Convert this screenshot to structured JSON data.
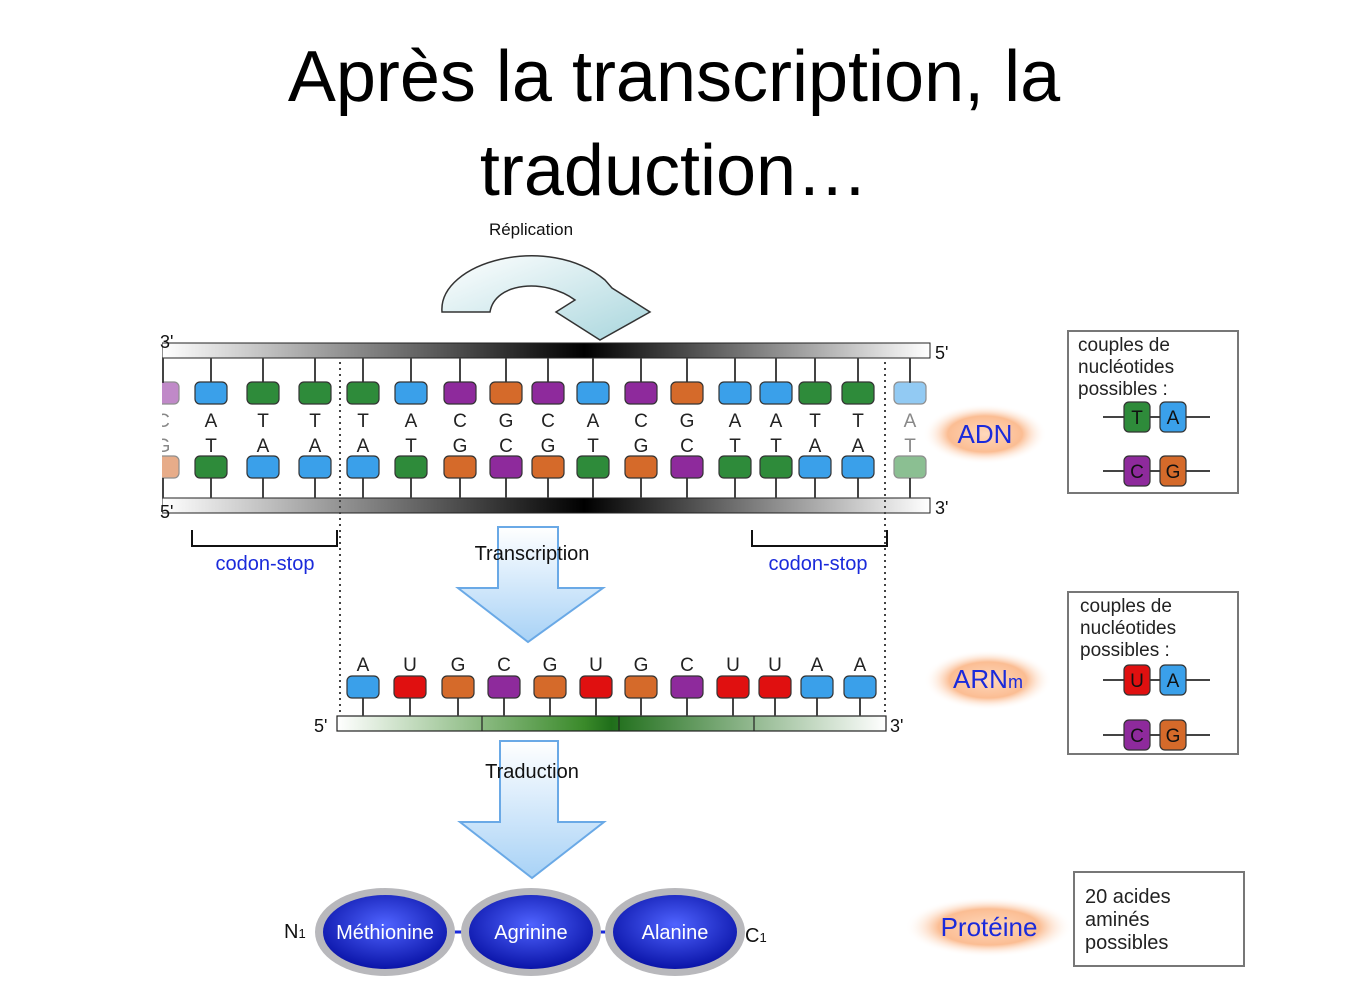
{
  "title": {
    "line1": "Après la transcription, la",
    "line2": "traduction…"
  },
  "labels": {
    "replication": "Réplication",
    "transcription": "Transcription",
    "traduction": "Traduction",
    "codon_stop_left": "codon-stop",
    "codon_stop_right": "codon-stop",
    "adn": "ADN",
    "arnm_main": "ARN",
    "arnm_sub": "m",
    "proteine": "Protéine"
  },
  "dna": {
    "top_left_end": "3'",
    "top_right_end": "5'",
    "bottom_left_end": "5'",
    "bottom_right_end": "3'",
    "top_letters": [
      "C",
      "A",
      "T",
      "T",
      "T",
      "A",
      "C",
      "G",
      "C",
      "A",
      "C",
      "G",
      "A",
      "A",
      "T",
      "T",
      "A"
    ],
    "bottom_letters": [
      "G",
      "T",
      "A",
      "A",
      "A",
      "T",
      "G",
      "C",
      "G",
      "T",
      "G",
      "C",
      "T",
      "T",
      "A",
      "A",
      "T"
    ]
  },
  "rna": {
    "left_end": "5'",
    "right_end": "3'",
    "letters": [
      "A",
      "U",
      "G",
      "C",
      "G",
      "U",
      "G",
      "C",
      "U",
      "U",
      "A",
      "A"
    ]
  },
  "protein": {
    "n_terminal": "N",
    "n_sub": "1",
    "c_terminal": "C",
    "c_sub": "1",
    "amino_acids": [
      "Méthionine",
      "Agrinine",
      "Alanine"
    ]
  },
  "legend_adn": {
    "lines": [
      "couples de",
      "nucléotides",
      "possibles :"
    ],
    "pairs": [
      [
        "T",
        "A"
      ],
      [
        "C",
        "G"
      ]
    ]
  },
  "legend_arn": {
    "lines": [
      "couples de",
      "nucléotides",
      "possibles :"
    ],
    "pairs": [
      [
        "U",
        "A"
      ],
      [
        "C",
        "G"
      ]
    ]
  },
  "legend_protein": {
    "lines": [
      "20 acides",
      "aminés",
      "possibles"
    ]
  },
  "colors": {
    "T": "#2e8b3a",
    "A": "#3aa0ea",
    "C": "#8e2a9c",
    "G": "#d56a2a",
    "U": "#e01010",
    "label_blue": "#1a2adb",
    "glow": "#f6a36a"
  }
}
